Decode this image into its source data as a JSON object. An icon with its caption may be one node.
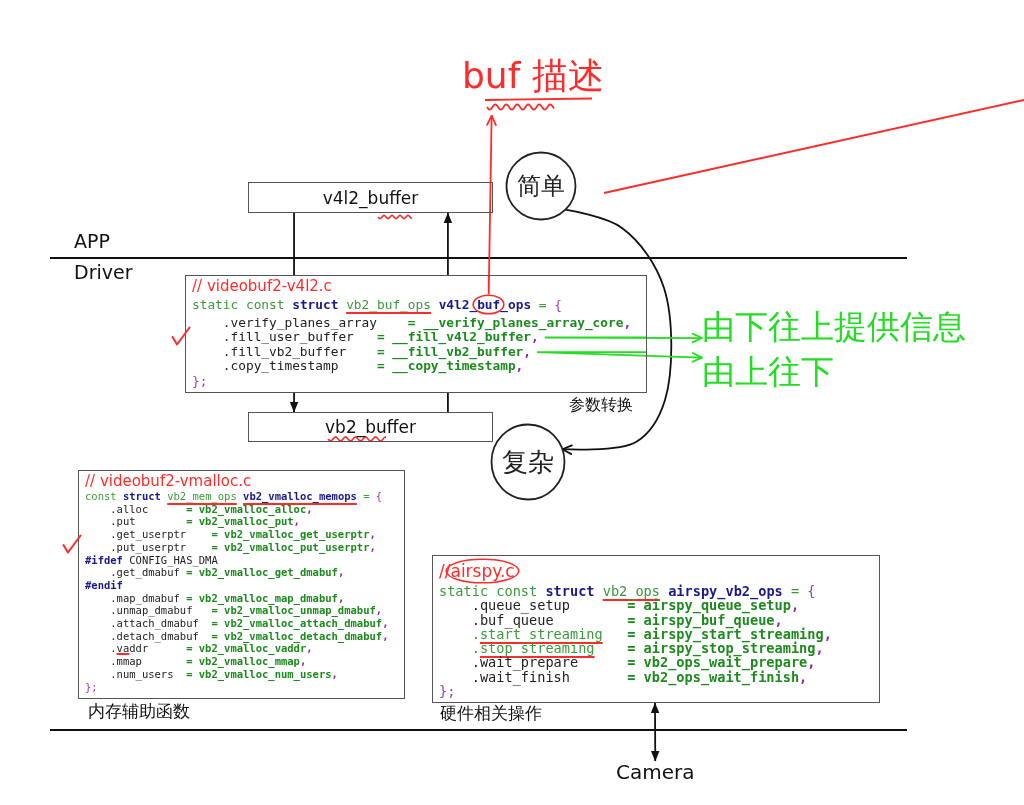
{
  "diagram": {
    "nodes": [
      {
        "text": [
          "buf 描述"
        ]
      },
      {
        "text": [
          "v4l2_buffer"
        ]
      },
      {
        "text": [
          "简单"
        ]
      },
      {
        "text": [
          "// videobuf2-v4l2.c",
          "static const struct vb2_buf_ops v4l2_buf_ops = {",
          ".verify_planes_array = __verify_planes_array_core,",
          ".fill_user_buffer = __fill_v4l2_buffer,",
          ".fill_vb2_buffer = __fill_vb2_buffer,",
          ".copy_timestamp = __copy_timestamp,",
          "};"
        ],
        "beside": [
          "参数转换"
        ]
      },
      {
        "text": [
          "由下往上提供信息"
        ]
      },
      {
        "text": [
          "由上往下"
        ]
      },
      {
        "text": [
          "vb2_buffer"
        ]
      },
      {
        "text": [
          "复杂"
        ]
      },
      {
        "text": [
          "// videobuf2-vmalloc.c",
          "const struct vb2_mem_ops vb2_vmalloc_memops = {",
          ".alloc = vb2_vmalloc_alloc,",
          ".put = vb2_vmalloc_put,",
          ".get_userptr = vb2_vmalloc_get_userptr,",
          ".put_userptr = vb2_vmalloc_put_userptr,",
          "#ifdef CONFIG_HAS_DMA",
          ".get_dmabuf = vb2_vmalloc_get_dmabuf,",
          "#endif",
          ".map_dmabuf = vb2_vmalloc_map_dmabuf,",
          ".unmap_dmabuf = vb2_vmalloc_unmap_dmabuf,",
          ".attach_dmabuf = vb2_vmalloc_attach_dmabuf,",
          ".detach_dmabuf = vb2_vmalloc_detach_dmabuf,",
          ".vaddr = vb2_vmalloc_vaddr,",
          ".mmap = vb2_vmalloc_mmap,",
          ".num_users = vb2_vmalloc_num_users,",
          "};"
        ],
        "beside": [
          "内存辅助函数"
        ]
      },
      {
        "text": [
          "//airspy.c",
          "static const struct vb2_ops airspy_vb2_ops = {",
          ".queue_setup = airspy_queue_setup,",
          ".buf_queue = airspy_buf_queue,",
          ".start_streaming = airspy_start_streaming,",
          ".stop_streaming = airspy_stop_streaming,",
          ".wait_prepare = vb2_ops_wait_prepare,",
          ".wait_finish = vb2_ops_wait_finish,",
          "};"
        ],
        "beside": [
          "硬件相关操作"
        ]
      },
      {
        "text": [
          "Camera"
        ]
      }
    ],
    "edges": [
      {
        "from": 1,
        "to": 3,
        "arrow": "none"
      },
      {
        "from": 3,
        "to": 6,
        "arrow": "to"
      },
      {
        "from": 6,
        "to": 3,
        "arrow": "none"
      },
      {
        "from": 3,
        "to": 1,
        "arrow": "to"
      },
      {
        "from": 3,
        "to": 0,
        "arrow": "to",
        "color": "#ff2a2a"
      },
      {
        "from": 2,
        "to": 7,
        "arrow": "to"
      },
      {
        "from": 3,
        "to": 4,
        "arrow": "to",
        "color": "#22dd22"
      },
      {
        "from": 3,
        "to": 5,
        "arrow": "to",
        "color": "#22dd22"
      },
      {
        "from": 9,
        "to": 10,
        "arrow": "both"
      }
    ],
    "labels": [
      "APP",
      "Driver"
    ]
  }
}
